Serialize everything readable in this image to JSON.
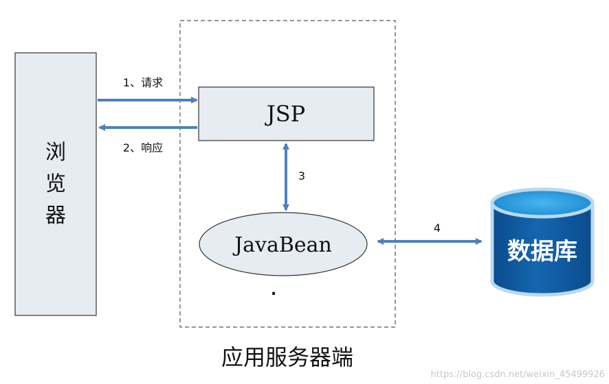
{
  "browser": {
    "label_line1": "浏",
    "label_line2": "览",
    "label_line3": "器"
  },
  "server": {
    "label": "应用服务器端"
  },
  "jsp": {
    "label": "JSP"
  },
  "javabean": {
    "label": "JavaBean"
  },
  "database": {
    "label": "数据库"
  },
  "arrows": {
    "request": "1、请求",
    "response": "2、响应",
    "jsp_bean": "3",
    "bean_db": "4"
  },
  "marks": {
    "dot": "."
  },
  "watermark": "https://blog.csdn.net/weixin_45499926",
  "colors": {
    "box_fill": "#e6ecf2",
    "arrow": "#4f7fbd",
    "db_body": "#0e5ea5",
    "db_top": "#1d8fd8"
  }
}
